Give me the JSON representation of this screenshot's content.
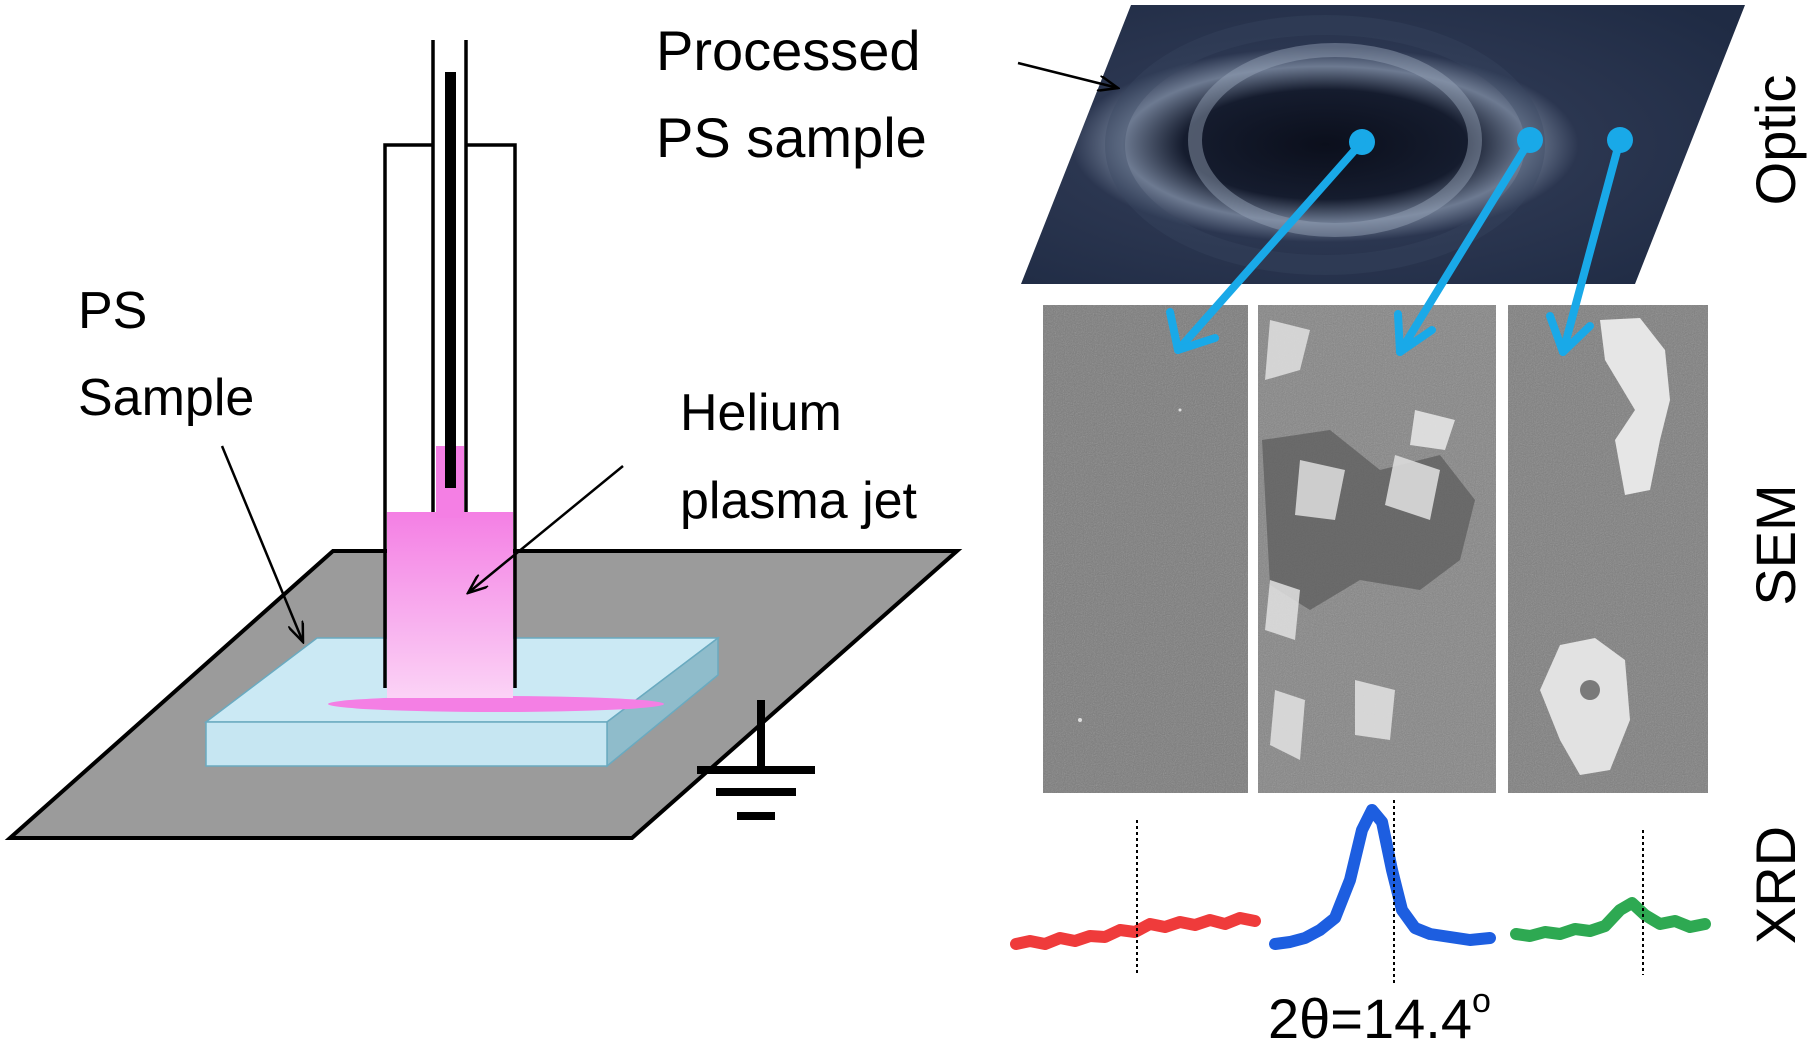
{
  "labels": {
    "ps_sample_line1": "PS",
    "ps_sample_line2": "Sample",
    "helium_line1": "Helium",
    "helium_line2": "plasma jet",
    "processed_line1": "Processed",
    "processed_line2": "PS sample",
    "optic": "Optic",
    "sem": "SEM",
    "xrd": "XRD",
    "angle_main": "2θ=14.4",
    "angle_sup": "o"
  },
  "colors": {
    "ground_plate": "#9b9b9b",
    "ps_sample": "#c6e6f2",
    "ps_sample_side": "#8fbccb",
    "plasma": "#f47fe4",
    "arrow_blue": "#19a9e8",
    "xrd_red": "#ef3b3b",
    "xrd_blue": "#1d5ee0",
    "xrd_green": "#2ea952",
    "sem_gray": "#7b7b7b",
    "optic_dark": "#1a2438"
  },
  "icons": {
    "ground": "ground-symbol-icon"
  }
}
